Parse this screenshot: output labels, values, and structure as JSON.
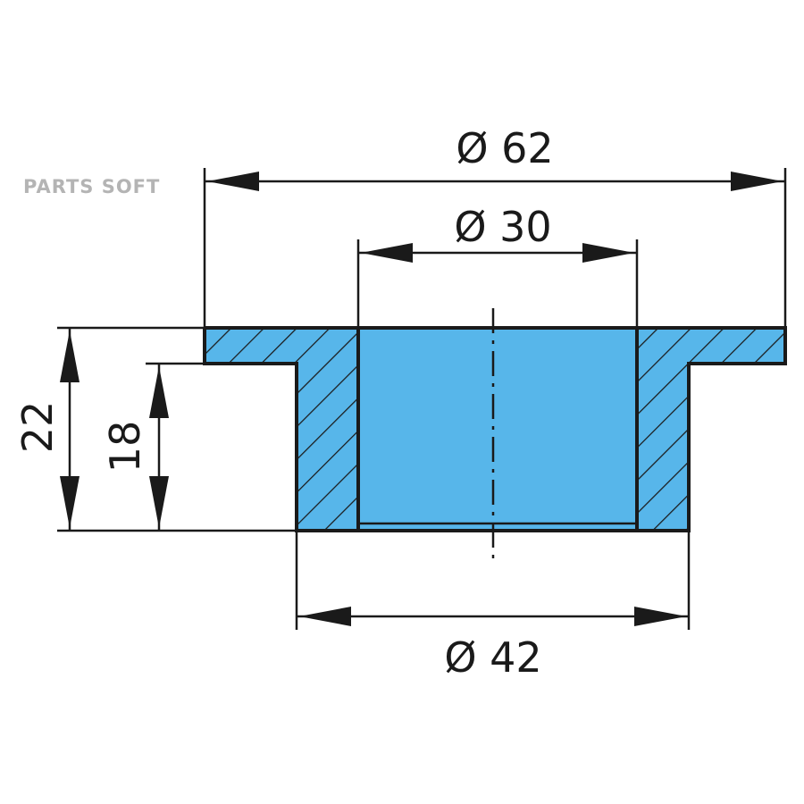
{
  "watermark": "PARTS SOFT",
  "dimensions": {
    "outer_diameter": "Ø 62",
    "inner_diameter": "Ø 30",
    "body_diameter": "Ø 42",
    "total_height": "22",
    "body_height": "18"
  },
  "colors": {
    "part_fill": "#57B6EA",
    "line": "#1a1a1a",
    "watermark": "#b4b4b4"
  }
}
